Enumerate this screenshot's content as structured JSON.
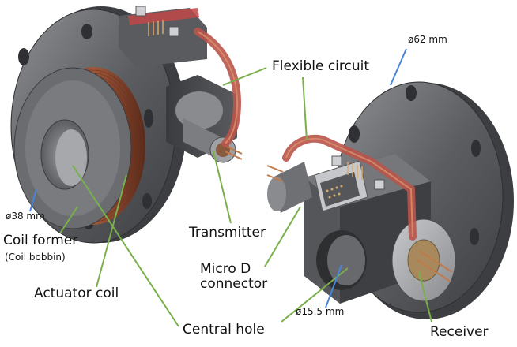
{
  "labels": {
    "flexible_circuit": "Flexible circuit",
    "transmitter": "Transmitter",
    "coil_former": "Coil former",
    "coil_bobbin": "(Coil bobbin)",
    "actuator_coil": "Actuator coil",
    "central_hole": "Central hole",
    "micro_d_line1": "Micro D",
    "micro_d_line2": "connector",
    "receiver": "Receiver"
  },
  "dimensions": {
    "outer_diameter": "ø62 mm",
    "former_diameter": "ø38 mm",
    "hole_diameter": "ø15.5 mm"
  },
  "colors": {
    "leader_green": "#7ab04a",
    "leader_blue": "#4a86d8",
    "metal": "#6a6b6e",
    "copper": "#8a4a2e",
    "flex_circuit": "#b8544a"
  }
}
